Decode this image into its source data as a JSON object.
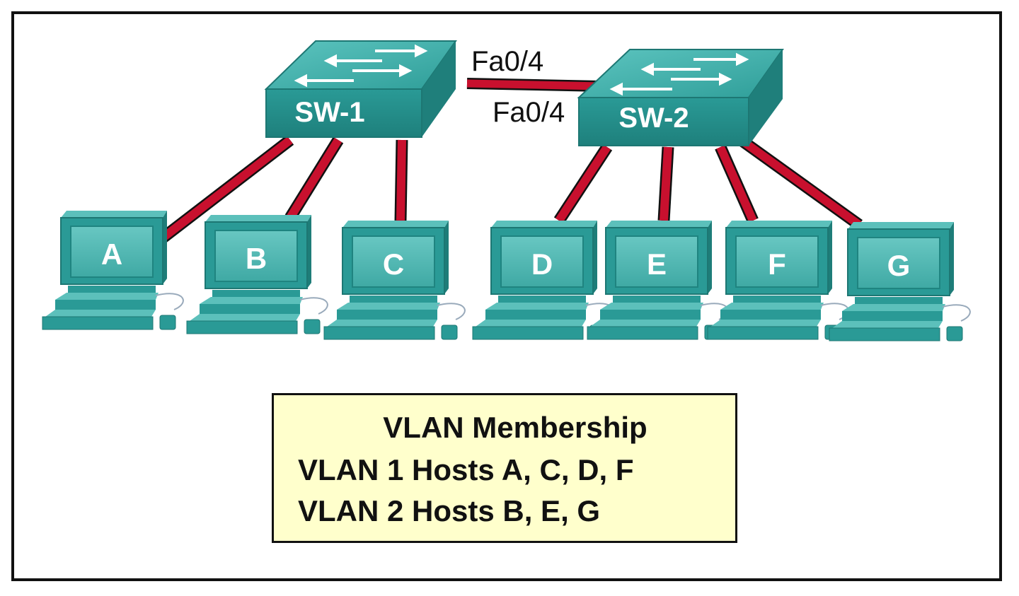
{
  "switches": [
    {
      "id": "sw1",
      "label": "SW-1"
    },
    {
      "id": "sw2",
      "label": "SW-2"
    }
  ],
  "trunk": {
    "sw1_port": "Fa0/4",
    "sw2_port": "Fa0/4"
  },
  "hosts": [
    {
      "label": "A",
      "switch": "SW-1"
    },
    {
      "label": "B",
      "switch": "SW-1"
    },
    {
      "label": "C",
      "switch": "SW-1"
    },
    {
      "label": "D",
      "switch": "SW-2"
    },
    {
      "label": "E",
      "switch": "SW-2"
    },
    {
      "label": "F",
      "switch": "SW-2"
    },
    {
      "label": "G",
      "switch": "SW-2"
    }
  ],
  "legend": {
    "title": "VLAN Membership",
    "row1": "VLAN 1 Hosts A, C, D, F",
    "row2": "VLAN 2 Hosts B, E, G"
  },
  "colors": {
    "device_teal": "#2a9a96",
    "link_red": "#c8102e",
    "legend_bg": "#ffffcc"
  }
}
